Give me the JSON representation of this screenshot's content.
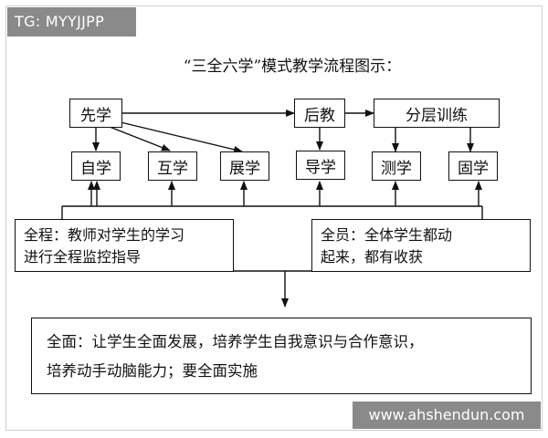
{
  "watermarks": {
    "top_left": "TG: MYYJJPP",
    "bottom_right": "www.ahshendun.com"
  },
  "title": "“三全六学”模式教学流程图示：",
  "nodes": {
    "xianxue": "先学",
    "houjiao": "后教",
    "fenceng": "分层训练",
    "zixue": "自学",
    "huxue": "互学",
    "zhanxue": "展学",
    "daoxue": "导学",
    "cexue": "测学",
    "guxue": "固学"
  },
  "quancheng": {
    "lines": [
      "全程：教师对学生的学习",
      "进行全程监控指导"
    ]
  },
  "quanyuan": {
    "lines": [
      "全员：全体学生都动",
      "起来，都有收获"
    ]
  },
  "quanmian": {
    "lines": [
      "全面：让学生全面发展，培养学生自我意识与合作意识，",
      "培养动手动脑能力；要全面实施"
    ]
  }
}
